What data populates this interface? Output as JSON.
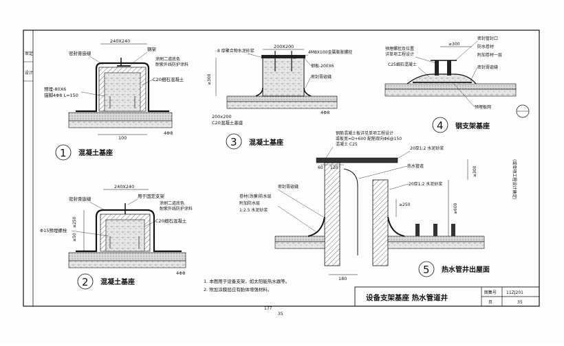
{
  "sidebar": {
    "labels": [
      "审定",
      "设计"
    ]
  },
  "detail1": {
    "number": "1",
    "caption": "混凝土基座",
    "dim_top": "240X240",
    "steel": "钢架",
    "sealant": "密封膏嵌缝",
    "paint": "涂刷二道底色",
    "paint2": "耐紫外线防护涂料",
    "concrete": "C20细石混凝土",
    "bolt": "预埋-80X6",
    "anchor": "锚脚4Φ8 L=150",
    "dim_bottom": "100",
    "rebar": "4Φ8"
  },
  "detail2": {
    "number": "2",
    "caption": "混凝土基座",
    "dim_top": "240X240",
    "sealant": "密封膏嵌缝",
    "support": "用于固定支架",
    "paint": "涂刷二道底色",
    "paint2": "耐紫外线防护涂料",
    "concrete": "C20细石混凝土",
    "bolt": "Φ15预埋螺栓",
    "h1": "≥250",
    "h2": "≥50",
    "rebar": "4Φ8"
  },
  "detail3": {
    "number": "3",
    "caption": "混凝土基座",
    "plate_thk": "8 厚聚合物水泥砂浆",
    "dim_top": "200X200",
    "bolt": "4M8X100金属膨胀螺栓",
    "plate": "钢板-200X6",
    "sealant": "密封膏嵌缝",
    "h": "≥300",
    "rebar": "4Φ8",
    "dim_bottom": "200x200",
    "base": "C20混凝土基座"
  },
  "detail4": {
    "number": "4",
    "caption": "钢支架基座",
    "bolt": "预埋螺栓及位置",
    "design": "详单项工程设计",
    "concrete": "C25细石混凝土",
    "h": "≥300",
    "cap": "密封管封口",
    "wp": "防水卷材",
    "add": "附加卷材一层",
    "sealant": "密封膏嵌缝",
    "plate": "预埋板网"
  },
  "detail5": {
    "number": "5",
    "caption": "热水管井出屋面",
    "slab1": "钢筋混凝土板详见单项工程设计",
    "slab2": "或板宽=D+600 配筋双向Φ6@150",
    "slab3": "混凝土 C25",
    "mortar_top": "20厚1:2 水泥砂浆",
    "pipe": "热水管道",
    "mortar_mid": "20厚1:2 水泥砂浆",
    "sealant": "密封膏嵌缝",
    "membrane": "卷材(涂膜)防水层",
    "add_layer": "附加防水层",
    "mortar_low": "1:2.5 水泥砂浆",
    "d60": "60",
    "d120": "120",
    "h250": "≥250",
    "h300": "≥300",
    "h600": "≥600",
    "d180": "180",
    "side_note": "(或单项工程设计确定)"
  },
  "notes": {
    "n1": "1. 本图用于设备支架，如太阳能热水器等。",
    "n2": "2. 附加涂膜层应有胎体增强材料。"
  },
  "title_block": {
    "title": "设备支架基座  热水管道井",
    "atlas_label": "图集号",
    "atlas_no": "11ZJ201",
    "page_label": "页",
    "page_no": "35"
  },
  "footer": {
    "page_a": "177",
    "page_b": "35"
  }
}
